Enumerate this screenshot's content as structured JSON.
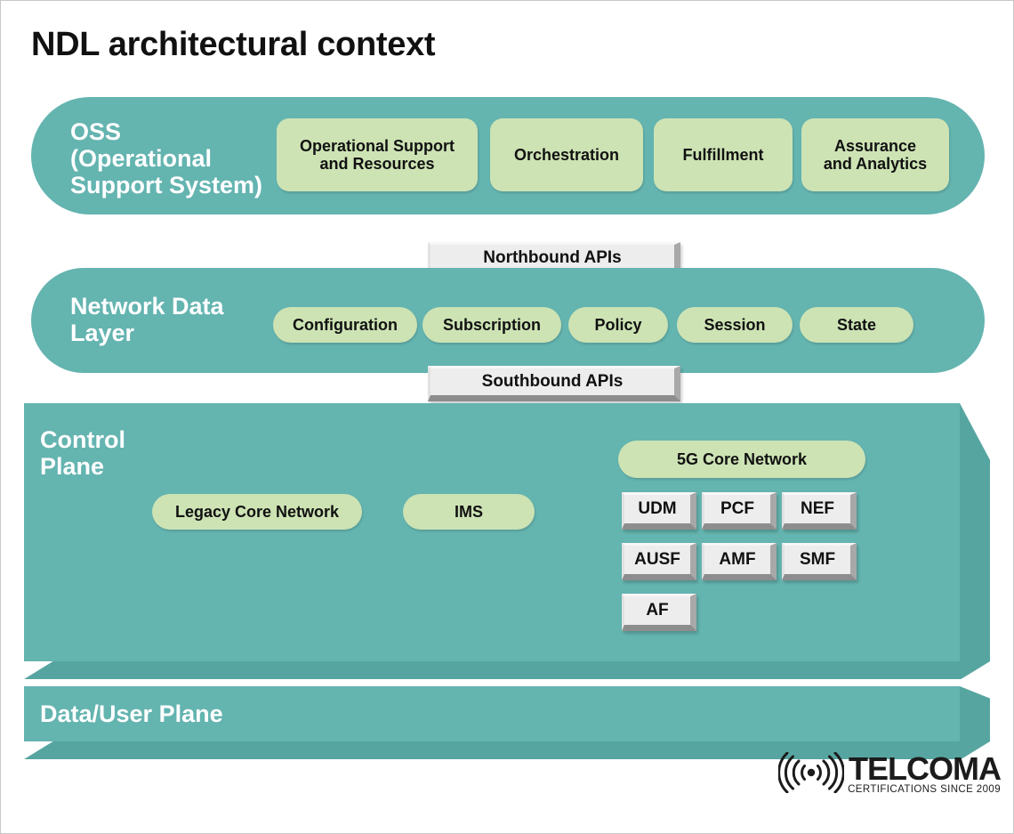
{
  "slide": {
    "title": "NDL architectural context",
    "colors": {
      "teal": "#64b4b0",
      "teal_shadow": "#57a5a1",
      "green_chip": "#cde3b4",
      "bevel_face": "#ededed",
      "text_dark": "#111111",
      "text_light": "#ffffff"
    }
  },
  "oss": {
    "label": "OSS\n(Operational\nSupport System)",
    "items": [
      {
        "label": "Operational Support\nand Resources"
      },
      {
        "label": "Orchestration"
      },
      {
        "label": "Fulfillment"
      },
      {
        "label": "Assurance\nand Analytics"
      }
    ]
  },
  "northbound": {
    "label": "Northbound APIs"
  },
  "ndl": {
    "label": "Network Data\nLayer",
    "items": [
      {
        "label": "Configuration"
      },
      {
        "label": "Subscription"
      },
      {
        "label": "Policy"
      },
      {
        "label": "Session"
      },
      {
        "label": "State"
      }
    ]
  },
  "southbound": {
    "label": "Southbound APIs"
  },
  "control_plane": {
    "label": "Control\nPlane",
    "legacy_core": "Legacy Core Network",
    "ims": "IMS",
    "five_g_core": "5G Core Network",
    "network_functions": [
      {
        "label": "UDM"
      },
      {
        "label": "PCF"
      },
      {
        "label": "NEF"
      },
      {
        "label": "AUSF"
      },
      {
        "label": "AMF"
      },
      {
        "label": "SMF"
      },
      {
        "label": "AF"
      }
    ]
  },
  "data_plane": {
    "label": "Data/User Plane"
  },
  "logo": {
    "icon": "radio-waves-icon",
    "name": "TELCOMA",
    "tagline": "CERTIFICATIONS SINCE 2009"
  }
}
